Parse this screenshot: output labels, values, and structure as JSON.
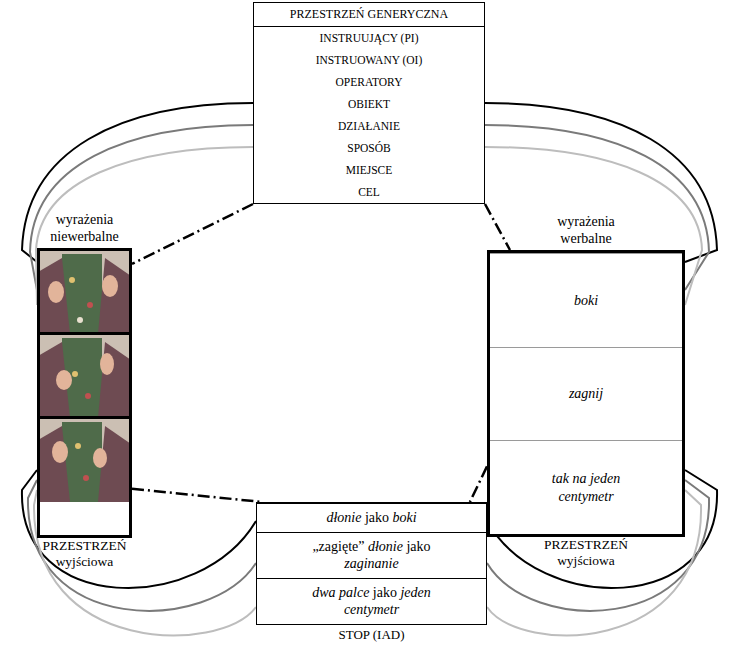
{
  "diagram": {
    "nodes": [
      {
        "text": [
          "PRZESTRZEŃ GENERYCZNA",
          "INSTRUUJĄCY (PI)",
          "INSTRUOWANY (OI)",
          "OPERATORY",
          "OBIEKT",
          "DZIAŁANIE",
          "SPOSÓB",
          "MIEJSCE",
          "CEL"
        ]
      },
      {
        "text": [
          "wyrażenia niewerbalne",
          "PRZESTRZEŃ wyjściowa"
        ]
      },
      {
        "text": [
          "wyrażenia werbalne",
          "PRZESTRZEŃ wyjściowa"
        ]
      },
      {
        "text": [
          "boki"
        ],
        "in": 2
      },
      {
        "text": [
          "zagnij"
        ],
        "in": 2
      },
      {
        "text": [
          "tak na jeden centymetr"
        ],
        "in": 2
      },
      {
        "text": [
          "STOP (IAD)"
        ]
      },
      {
        "text": [
          "dłonie jako boki"
        ],
        "in": 6
      },
      {
        "text": [
          "„zagięte” dłonie jako zaginanie"
        ],
        "in": 6
      },
      {
        "text": [
          "dwa palce jako jeden centymetr"
        ],
        "in": 6
      }
    ],
    "edges": [
      {
        "from": 0,
        "to": 1,
        "arrow": "none"
      },
      {
        "from": 0,
        "to": 2,
        "arrow": "none"
      },
      {
        "from": 1,
        "to": 6,
        "arrow": "none"
      },
      {
        "from": 2,
        "to": 6,
        "arrow": "none"
      }
    ]
  }
}
